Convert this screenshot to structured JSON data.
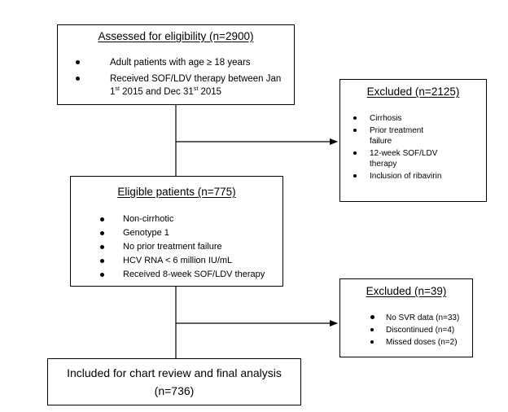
{
  "assessed": {
    "title": "Assessed for eligibility (n=2900)",
    "bullet1": "Adult patients with age ≥ 18 years",
    "bullet2_part1": "Received SOF/LDV therapy between Jan",
    "bullet2_line2_a": "1",
    "bullet2_sup1": "st",
    "bullet2_line2_b": " 2015 and Dec 31",
    "bullet2_sup2": "st",
    "bullet2_line2_c": " 2015"
  },
  "excluded_first": {
    "title": "Excluded (n=2125)",
    "items": [
      "Cirrhosis",
      "Prior treatment failure",
      "12-week SOF/LDV therapy",
      "Inclusion of ribavirin"
    ]
  },
  "eligible": {
    "title": "Eligible patients (n=775)",
    "items": [
      "Non-cirrhotic",
      "Genotype 1",
      "No prior treatment failure",
      "HCV RNA < 6 million IU/mL",
      "Received 8-week SOF/LDV therapy"
    ]
  },
  "excluded_second": {
    "title": "Excluded (n=39)",
    "items": [
      "No SVR data (n=33)",
      "Discontinued (n=4)",
      "Missed doses (n=2)"
    ]
  },
  "final": {
    "line1": "Included for chart review and final analysis",
    "line2": "(n=736)"
  }
}
